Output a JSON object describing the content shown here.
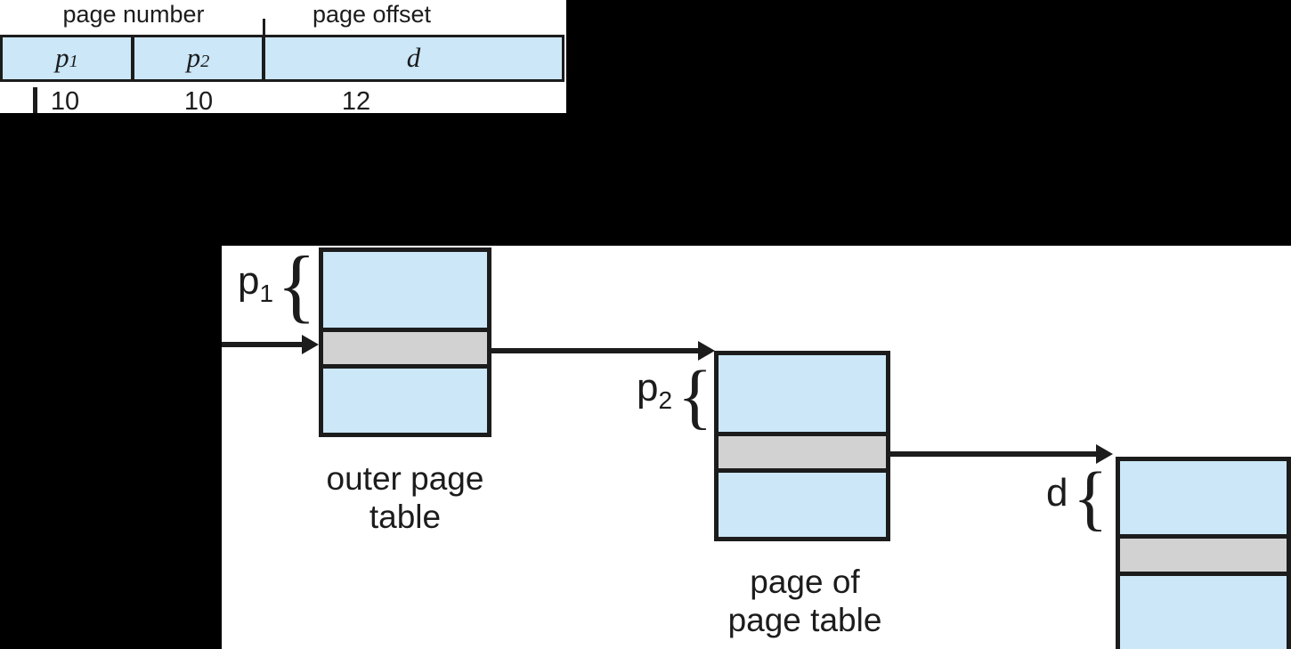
{
  "address_box": {
    "group_labels": {
      "page_number": "page number",
      "page_offset": "page offset"
    },
    "fields": [
      {
        "symbol_base": "p",
        "symbol_sub": "1",
        "bits": "10"
      },
      {
        "symbol_base": "p",
        "symbol_sub": "2",
        "bits": "10"
      },
      {
        "symbol_base": "d",
        "symbol_sub": "",
        "bits": "12"
      }
    ]
  },
  "diagram": {
    "outer_table": {
      "index_base": "p",
      "index_sub": "1",
      "brace": "{",
      "caption_line1": "outer page",
      "caption_line2": "table"
    },
    "inner_table": {
      "index_base": "p",
      "index_sub": "2",
      "brace": "{",
      "caption_line1": "page of",
      "caption_line2": "page table"
    },
    "page_frame": {
      "index_base": "d",
      "index_sub": "",
      "brace": "{"
    }
  },
  "colors": {
    "entry_blue": "#cbe7f8",
    "highlight_gray": "#d2d2d2",
    "ink": "#1c1c1c",
    "backdrop": "#000000",
    "panel_white": "#ffffff"
  }
}
